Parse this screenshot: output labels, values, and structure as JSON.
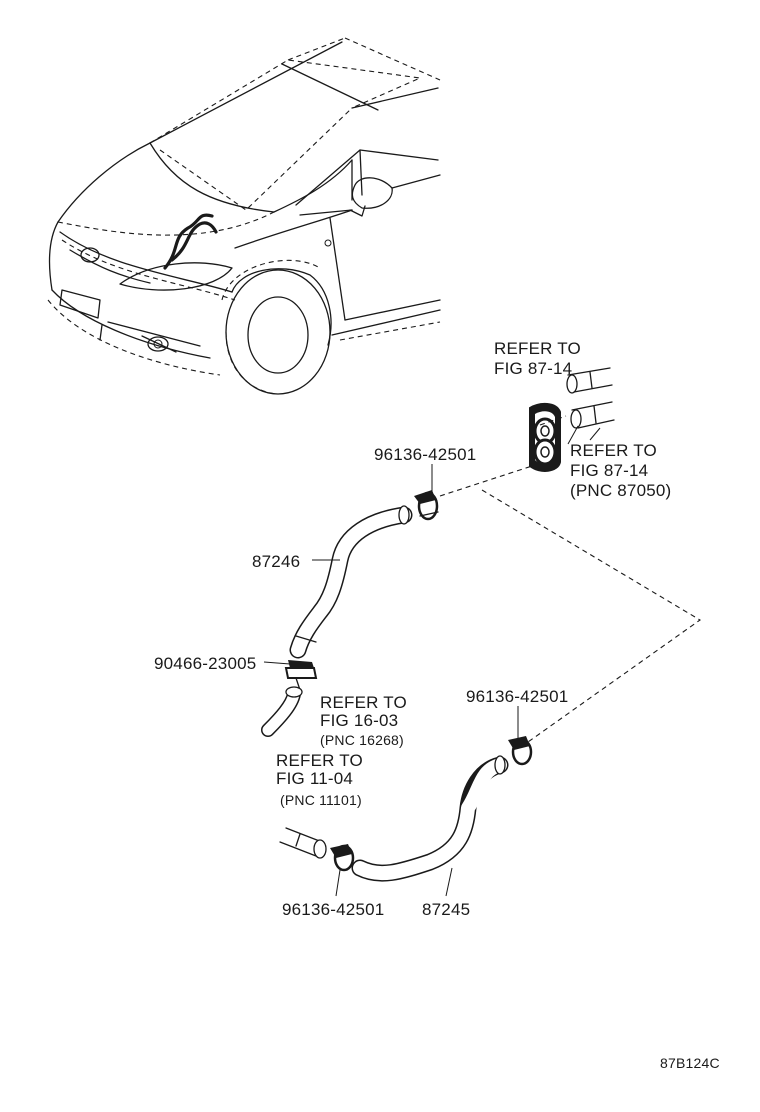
{
  "diagram": {
    "parts": {
      "hose_upper": "87246",
      "hose_lower": "87245",
      "clamp_upper": "96136-42501",
      "clamp_right": "96136-42501",
      "clamp_lower": "96136-42501",
      "clip": "90466-23005"
    },
    "refs": {
      "grommet": [
        "REFER TO",
        "FIG 87-14"
      ],
      "heater_pipes": [
        "REFER TO",
        "FIG 87-14",
        "(PNC 87050)"
      ],
      "engine_pipe": [
        "REFER TO",
        "FIG 16-03",
        "(PNC 16268)"
      ],
      "engine_outlet": [
        "REFER TO",
        "FIG 11-04",
        "(PNC 11101)"
      ]
    },
    "figure_code": "87B124C"
  }
}
